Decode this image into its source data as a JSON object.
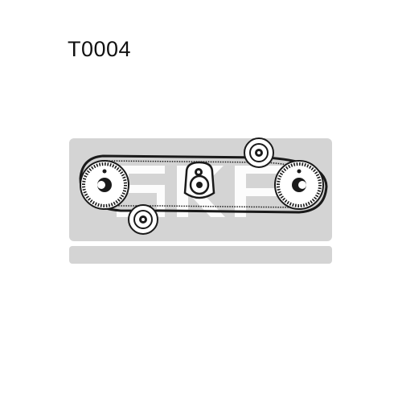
{
  "part_number": "T0004",
  "brand_watermark": "SKF",
  "colors": {
    "panel": "#d4d4d4",
    "watermark": "#ffffff",
    "belt": "#1a1a1a",
    "text": "#111111"
  },
  "components": {
    "left_pulley": "camshaft-sprocket",
    "right_pulley": "camshaft-sprocket",
    "center_pulley": "tensioner-pulley",
    "lower_idler": "idler-pulley",
    "upper_idler": "idler-pulley"
  }
}
